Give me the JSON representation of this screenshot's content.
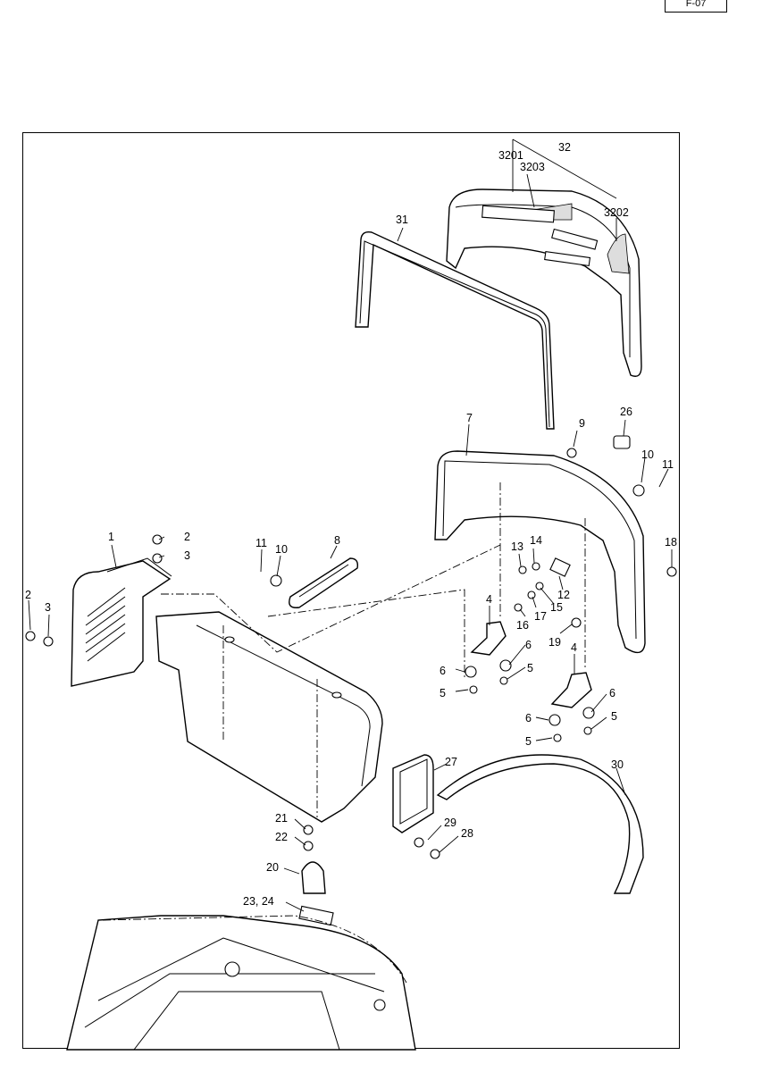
{
  "page_tab": {
    "text": "F-07"
  },
  "callouts": [
    {
      "id": "c32",
      "label": "32"
    },
    {
      "id": "c3201",
      "label": "3201"
    },
    {
      "id": "c3203",
      "label": "3203"
    },
    {
      "id": "c3202",
      "label": "3202"
    },
    {
      "id": "c31",
      "label": "31"
    },
    {
      "id": "c7",
      "label": "7"
    },
    {
      "id": "c9",
      "label": "9"
    },
    {
      "id": "c26",
      "label": "26"
    },
    {
      "id": "c10a",
      "label": "10"
    },
    {
      "id": "c11a",
      "label": "11"
    },
    {
      "id": "c18",
      "label": "18"
    },
    {
      "id": "c1",
      "label": "1"
    },
    {
      "id": "c2a",
      "label": "2"
    },
    {
      "id": "c3a",
      "label": "3"
    },
    {
      "id": "c2b",
      "label": "2"
    },
    {
      "id": "c3b",
      "label": "3"
    },
    {
      "id": "c11b",
      "label": "11"
    },
    {
      "id": "c10b",
      "label": "10"
    },
    {
      "id": "c8",
      "label": "8"
    },
    {
      "id": "c13",
      "label": "13"
    },
    {
      "id": "c14",
      "label": "14"
    },
    {
      "id": "c12",
      "label": "12"
    },
    {
      "id": "c15",
      "label": "15"
    },
    {
      "id": "c16",
      "label": "16"
    },
    {
      "id": "c17",
      "label": "17"
    },
    {
      "id": "c19",
      "label": "19"
    },
    {
      "id": "c4a",
      "label": "4"
    },
    {
      "id": "c6a",
      "label": "6"
    },
    {
      "id": "c6b",
      "label": "6"
    },
    {
      "id": "c5a",
      "label": "5"
    },
    {
      "id": "c5b",
      "label": "5"
    },
    {
      "id": "c4b",
      "label": "4"
    },
    {
      "id": "c6c",
      "label": "6"
    },
    {
      "id": "c6d",
      "label": "6"
    },
    {
      "id": "c5c",
      "label": "5"
    },
    {
      "id": "c5d",
      "label": "5"
    },
    {
      "id": "c27",
      "label": "27"
    },
    {
      "id": "c30",
      "label": "30"
    },
    {
      "id": "c21",
      "label": "21"
    },
    {
      "id": "c22",
      "label": "22"
    },
    {
      "id": "c29",
      "label": "29"
    },
    {
      "id": "c28",
      "label": "28"
    },
    {
      "id": "c20",
      "label": "20"
    },
    {
      "id": "c2324",
      "label": "23, 24"
    }
  ]
}
